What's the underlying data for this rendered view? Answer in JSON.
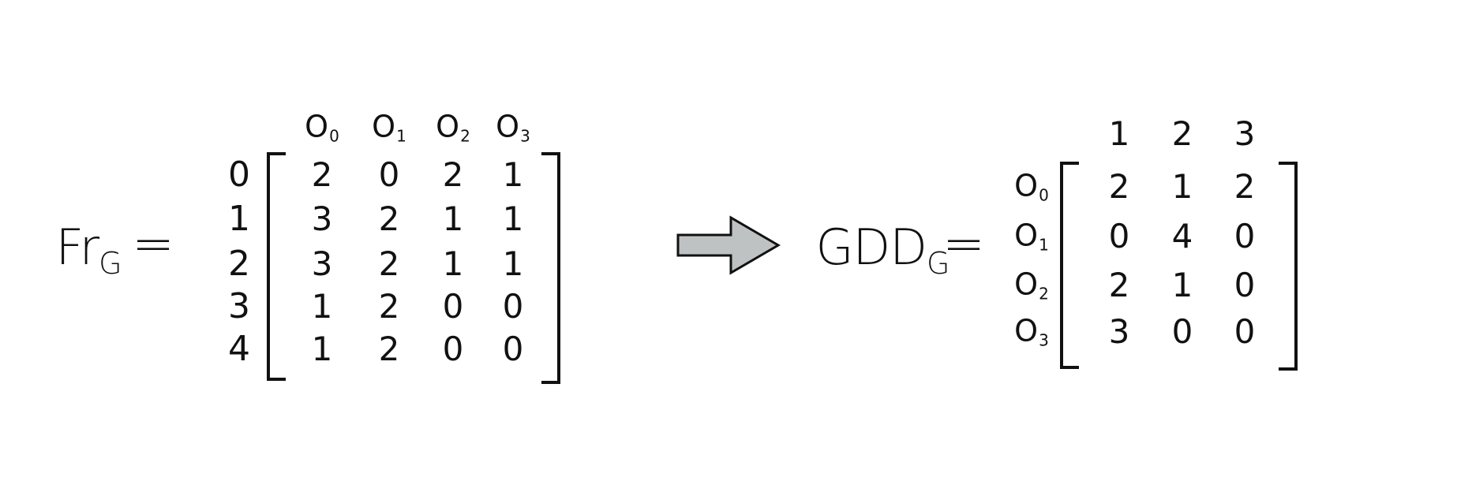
{
  "colors": {
    "ink": "#111111",
    "arrow_fill": "#bfc2c2",
    "background": "#ffffff"
  },
  "left": {
    "symbol": "Fr",
    "subscript": "G",
    "equals": "=",
    "columns": [
      {
        "base": "O",
        "sub": "0"
      },
      {
        "base": "O",
        "sub": "1"
      },
      {
        "base": "O",
        "sub": "2"
      },
      {
        "base": "O",
        "sub": "3"
      }
    ],
    "rows": [
      {
        "label": "0",
        "cells": [
          "2",
          "0",
          "2",
          "1"
        ]
      },
      {
        "label": "1",
        "cells": [
          "3",
          "2",
          "1",
          "1"
        ]
      },
      {
        "label": "2",
        "cells": [
          "3",
          "2",
          "1",
          "1"
        ]
      },
      {
        "label": "3",
        "cells": [
          "1",
          "2",
          "0",
          "0"
        ]
      },
      {
        "label": "4",
        "cells": [
          "1",
          "2",
          "0",
          "0"
        ]
      }
    ]
  },
  "arrow_icon": "right-arrow-icon",
  "right": {
    "symbol": "GDD",
    "subscript": "G",
    "equals": "=",
    "columns": [
      "1",
      "2",
      "3"
    ],
    "rows": [
      {
        "label_base": "O",
        "label_sub": "0",
        "cells": [
          "2",
          "1",
          "2"
        ]
      },
      {
        "label_base": "O",
        "label_sub": "1",
        "cells": [
          "0",
          "4",
          "0"
        ]
      },
      {
        "label_base": "O",
        "label_sub": "2",
        "cells": [
          "2",
          "1",
          "0"
        ]
      },
      {
        "label_base": "O",
        "label_sub": "3",
        "cells": [
          "3",
          "0",
          "0"
        ]
      }
    ]
  }
}
